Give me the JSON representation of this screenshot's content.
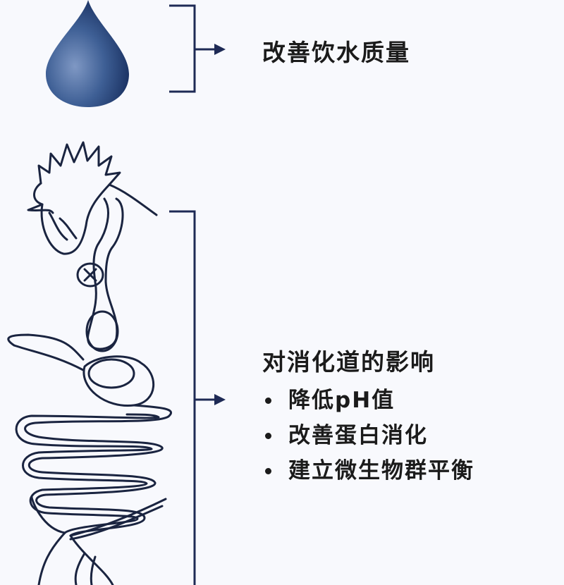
{
  "water_section": {
    "title": "改善饮水质量",
    "icon": "water-drop-icon"
  },
  "gut_section": {
    "title": "对消化道的影响",
    "icon": "chicken-digestive-tract-icon",
    "bullets": [
      {
        "label": "降低pH值"
      },
      {
        "label": "改善蛋白消化"
      },
      {
        "label": "建立微生物群平衡"
      }
    ]
  },
  "colors": {
    "drop": "#2f4f84",
    "bracket": "#1e2a55",
    "outline": "#1a2440",
    "text": "#1b1b1b"
  }
}
